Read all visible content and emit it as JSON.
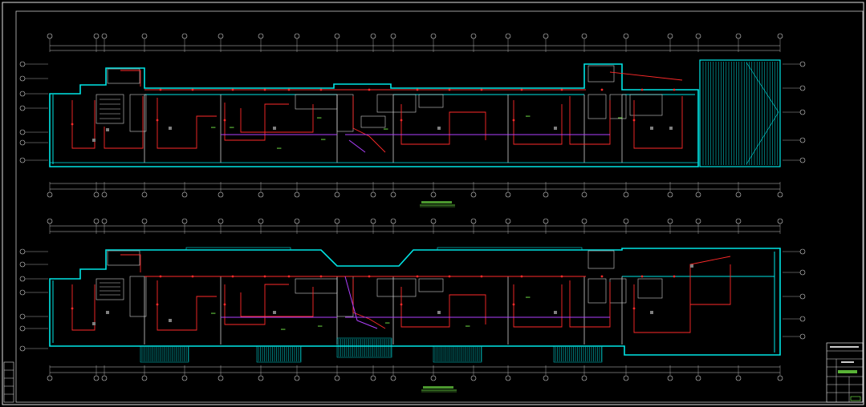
{
  "drawing": {
    "type": "cad-floor-plan",
    "background": "#000000",
    "colors": {
      "wall": "#00e5e5",
      "circuit": "#ff2a2a",
      "cable": "#b040ff",
      "label": "#7fff4f",
      "axis": "#cfcfcf",
      "fixture": "#7f7f7f"
    },
    "plans": [
      {
        "id": "plan-upper",
        "title": "",
        "scale": ""
      },
      {
        "id": "plan-lower",
        "title": "",
        "scale": ""
      }
    ],
    "axis_marks_top": [
      "",
      "",
      "",
      "",
      "",
      "",
      "",
      "",
      "",
      "",
      "",
      "",
      "",
      "",
      "",
      "",
      ""
    ],
    "title_block": {
      "rows": [
        "",
        "",
        "",
        "",
        "",
        "",
        ""
      ]
    }
  }
}
